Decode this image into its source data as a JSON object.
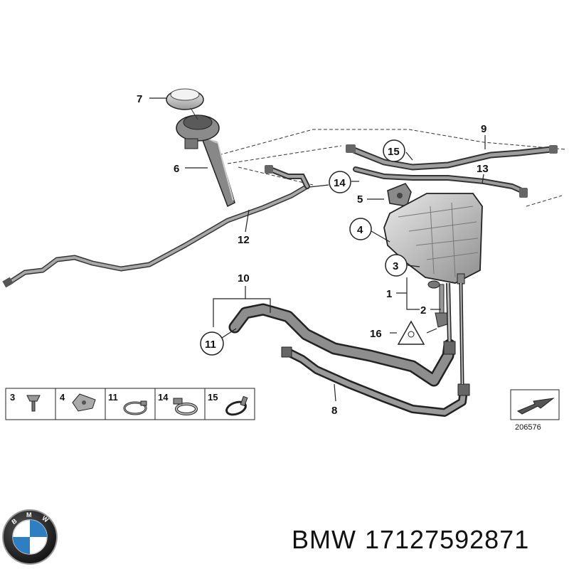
{
  "diagram": {
    "callouts": {
      "c1": "1",
      "c2": "2",
      "c3": "3",
      "c4": "4",
      "c5": "5",
      "c6": "6",
      "c7": "7",
      "c8": "8",
      "c9": "9",
      "c10": "10",
      "c11": "11",
      "c12": "12",
      "c13": "13",
      "c14": "14",
      "c15": "15",
      "c16": "16"
    },
    "legend": [
      {
        "num": "3",
        "icon": "screw-icon"
      },
      {
        "num": "4",
        "icon": "clip-nut-icon"
      },
      {
        "num": "11",
        "icon": "hose-clamp-icon"
      },
      {
        "num": "14",
        "icon": "band-clamp-icon"
      },
      {
        "num": "15",
        "icon": "spring-clamp-icon"
      }
    ],
    "diagram_id": "206576",
    "brand": "BMW",
    "part_number": "17127592871"
  }
}
